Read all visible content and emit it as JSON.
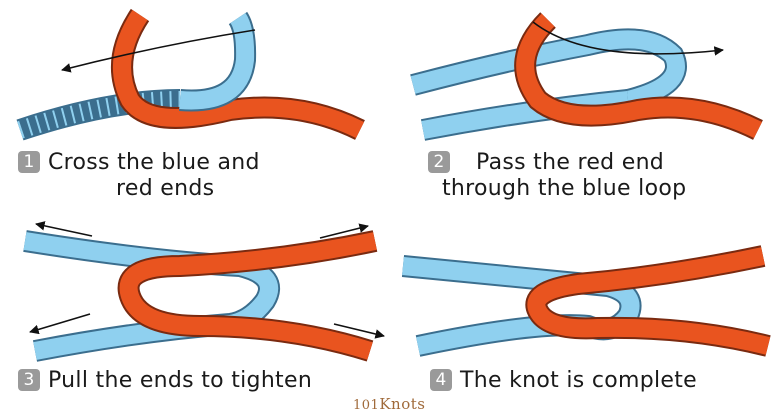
{
  "steps": [
    {
      "number": "1",
      "line1": "Cross the blue and",
      "line2": "red ends"
    },
    {
      "number": "2",
      "line1": "Pass the red end",
      "line2": "through the blue loop"
    },
    {
      "number": "3",
      "line1": "Pull the ends to tighten"
    },
    {
      "number": "4",
      "line1": "The knot is complete"
    }
  ],
  "logo": {
    "prefix": "101",
    "name": "Knots"
  },
  "colors": {
    "blue_rope": "#8fd0ef",
    "blue_outline": "#3b6e8e",
    "red_rope": "#e9541f",
    "red_outline": "#7a2a10",
    "badge": "#9a9a9a"
  }
}
